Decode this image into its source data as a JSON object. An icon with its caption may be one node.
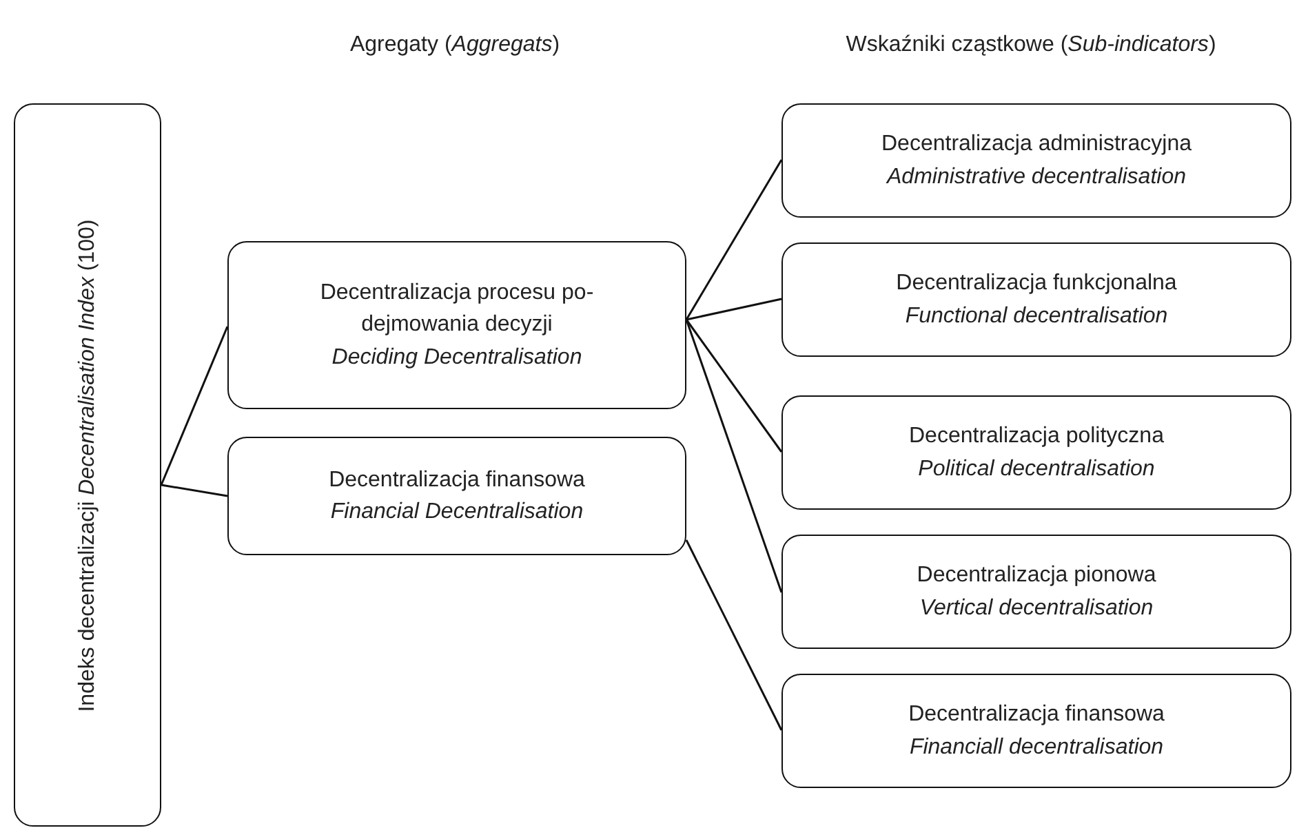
{
  "diagram": {
    "nodes": [
      {
        "text": [
          "Indeks decentralizacji *Decentralisation Index* (100)"
        ]
      },
      {
        "text": [
          "Decentralizacja procesu po-dejmowania decyzji",
          "Deciding Decentralisation"
        ]
      },
      {
        "text": [
          "Decentralizacja finansowa",
          "Financial Decentralisation"
        ]
      },
      {
        "text": [
          "Decentralizacja administracyjna",
          "Administrative decentralisation"
        ]
      },
      {
        "text": [
          "Decentralizacja funkcjonalna",
          "Functional decentralisation"
        ]
      },
      {
        "text": [
          "Decentralizacja polityczna",
          "Political decentralisation"
        ]
      },
      {
        "text": [
          "Decentralizacja pionowa",
          "Vertical decentralisation"
        ]
      },
      {
        "text": [
          "Decentralizacja finansowa",
          "Financiall decentralisation"
        ]
      }
    ],
    "edges": [
      {
        "from": 0,
        "to": 1,
        "arrow": "none"
      },
      {
        "from": 0,
        "to": 2,
        "arrow": "none"
      },
      {
        "from": 1,
        "to": 3,
        "arrow": "none"
      },
      {
        "from": 1,
        "to": 4,
        "arrow": "none"
      },
      {
        "from": 1,
        "to": 5,
        "arrow": "none"
      },
      {
        "from": 1,
        "to": 6,
        "arrow": "none"
      },
      {
        "from": 2,
        "to": 7,
        "arrow": "none"
      }
    ],
    "labels": [
      "Agregaty (*Aggregats*)",
      "Wskaźniki cząstkowe (*Sub-indicators*)"
    ]
  }
}
